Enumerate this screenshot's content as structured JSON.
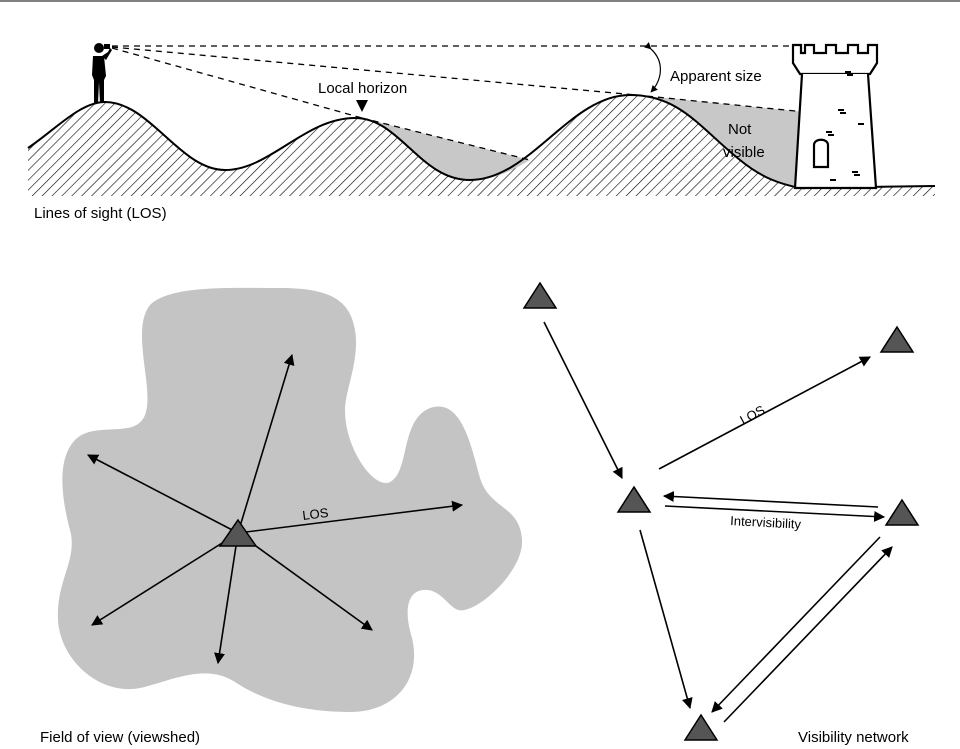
{
  "top_panel": {
    "caption": "Lines of sight (LOS)",
    "local_horizon": "Local horizon",
    "apparent_size": "Apparent size",
    "not_visible_line1": "Not",
    "not_visible_line2": "visible"
  },
  "viewshed_panel": {
    "caption": "Field of view (viewshed)",
    "los_label": "LOS"
  },
  "network_panel": {
    "caption": "Visibility network",
    "los_label": "LOS",
    "intervisibility_label": "Intervisibility"
  },
  "colors": {
    "shadow_fill": "#c8c8c8",
    "viewshed_fill": "#c4c4c4",
    "marker_fill": "#555555",
    "ink": "#000000"
  }
}
